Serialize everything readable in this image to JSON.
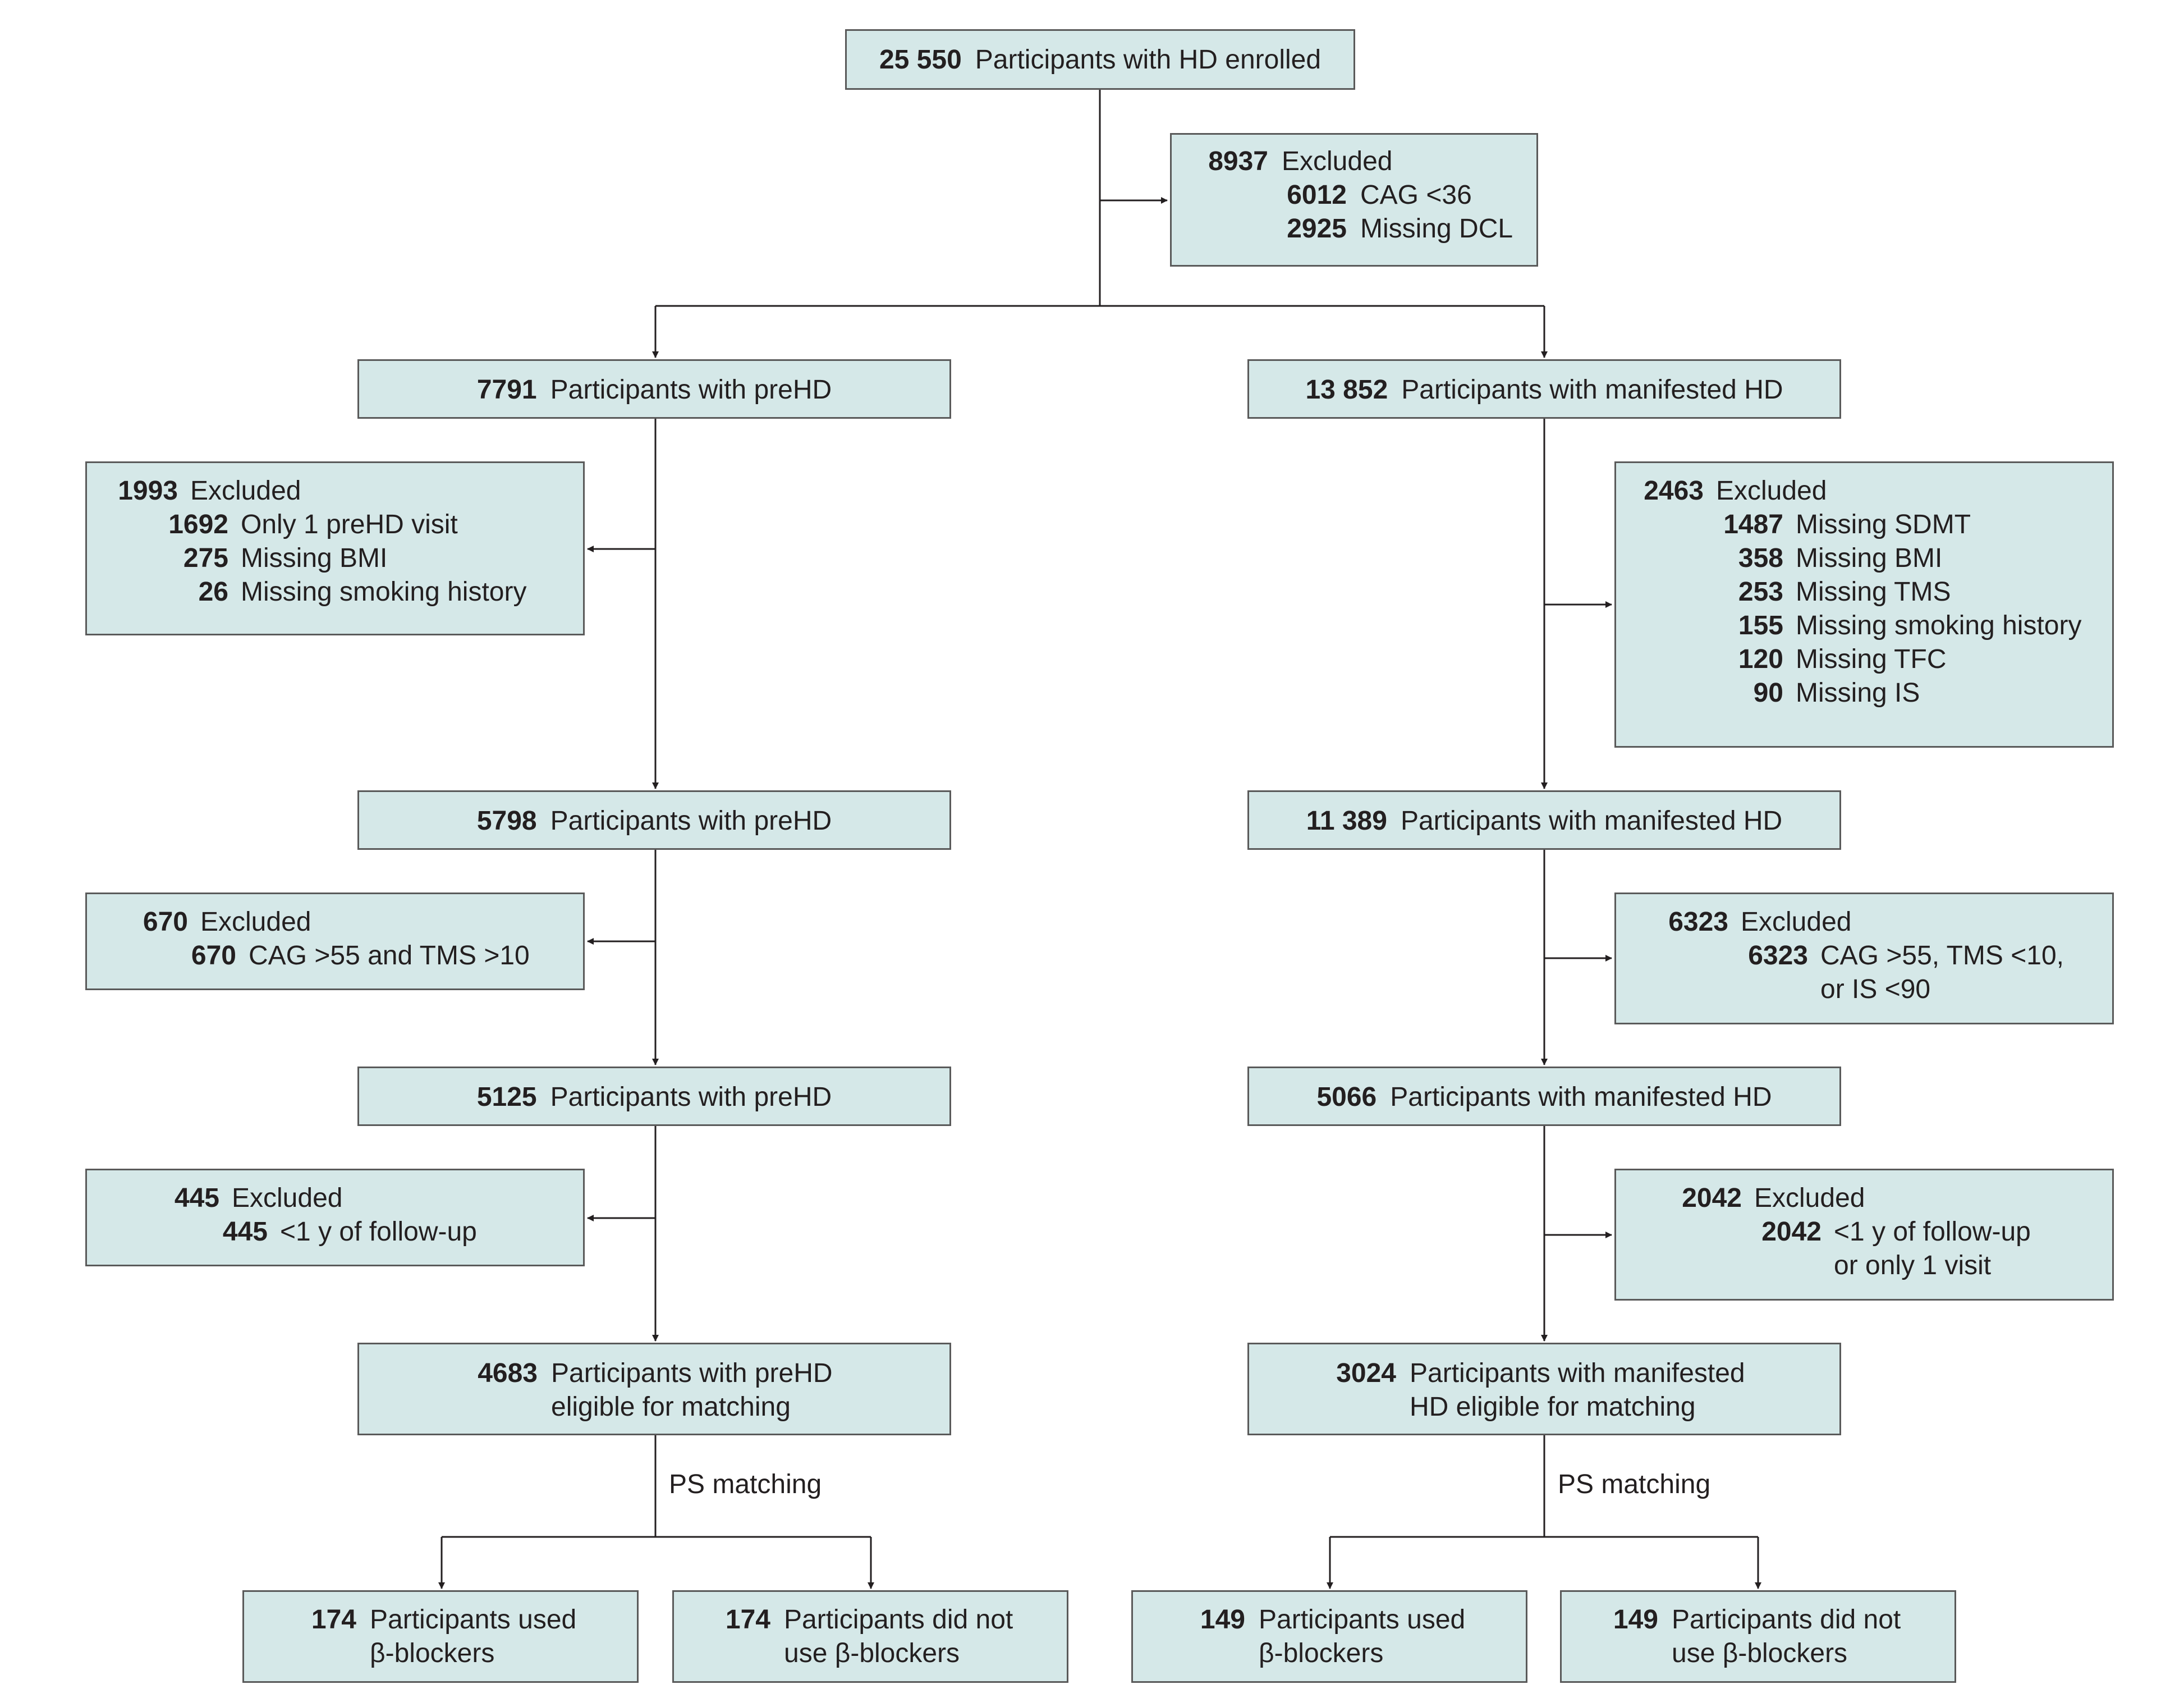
{
  "top": {
    "count": "25 550",
    "label": "Participants with HD enrolled"
  },
  "excluded_top": {
    "count": "8937",
    "label": "Excluded",
    "items": [
      {
        "count": "6012",
        "label": "CAG <36"
      },
      {
        "count": "2925",
        "label": "Missing DCL"
      }
    ]
  },
  "pre": {
    "stage1": {
      "count": "7791",
      "label": "Participants with preHD"
    },
    "excl1": {
      "count": "1993",
      "label": "Excluded",
      "items": [
        {
          "count": "1692",
          "label": "Only 1 preHD visit"
        },
        {
          "count": "275",
          "label": "Missing BMI"
        },
        {
          "count": "26",
          "label": "Missing smoking history"
        }
      ]
    },
    "stage2": {
      "count": "5798",
      "label": "Participants with preHD"
    },
    "excl2": {
      "count": "670",
      "label": "Excluded",
      "items": [
        {
          "count": "670",
          "label": "CAG >55 and TMS >10"
        }
      ]
    },
    "stage3": {
      "count": "5125",
      "label": "Participants with preHD"
    },
    "excl3": {
      "count": "445",
      "label": "Excluded",
      "items": [
        {
          "count": "445",
          "label": "<1 y of follow-up"
        }
      ]
    },
    "stage4": {
      "count": "4683",
      "line1": "Participants with preHD",
      "line2": "eligible for matching"
    },
    "matching_label": "PS matching",
    "used": {
      "count": "174",
      "line1": "Participants used",
      "line2": "β-blockers"
    },
    "not_used": {
      "count": "174",
      "line1": "Participants did not",
      "line2": "use β-blockers"
    }
  },
  "man": {
    "stage1": {
      "count": "13 852",
      "label": "Participants with manifested  HD"
    },
    "excl1": {
      "count": "2463",
      "label": "Excluded",
      "items": [
        {
          "count": "1487",
          "label": "Missing SDMT"
        },
        {
          "count": "358",
          "label": "Missing BMI"
        },
        {
          "count": "253",
          "label": "Missing TMS"
        },
        {
          "count": "155",
          "label": "Missing smoking history"
        },
        {
          "count": "120",
          "label": "Missing TFC"
        },
        {
          "count": "90",
          "label": "Missing IS"
        }
      ]
    },
    "stage2": {
      "count": "11 389",
      "label": "Participants with manifested HD"
    },
    "excl2": {
      "count": "6323",
      "label": "Excluded",
      "items": [
        {
          "count": "6323",
          "line1": "CAG >55, TMS <10,",
          "line2": "or IS <90"
        }
      ]
    },
    "stage3": {
      "count": "5066",
      "label": "Participants with manifested HD"
    },
    "excl3": {
      "count": "2042",
      "label": "Excluded",
      "items": [
        {
          "count": "2042",
          "line1": "<1 y of follow-up",
          "line2": "or only 1 visit"
        }
      ]
    },
    "stage4": {
      "count": "3024",
      "line1": "Participants with manifested",
      "line2": "HD eligible for matching"
    },
    "matching_label": "PS matching",
    "used": {
      "count": "149",
      "line1": "Participants used",
      "line2": "β-blockers"
    },
    "not_used": {
      "count": "149",
      "line1": "Participants did not",
      "line2": "use β-blockers"
    }
  },
  "colors": {
    "box_fill": "#d5e8e8",
    "box_border": "#5a5a5a",
    "line": "#231f20"
  }
}
